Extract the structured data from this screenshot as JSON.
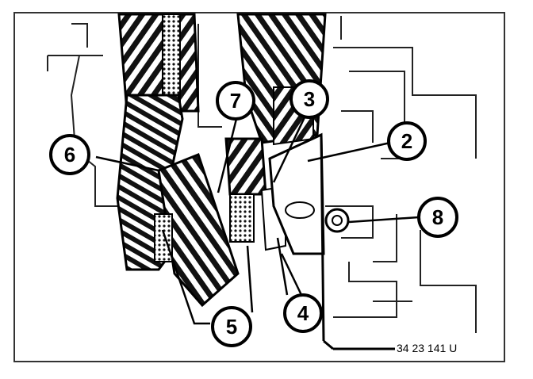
{
  "callouts": [
    {
      "id": "callout-7",
      "label": "7"
    },
    {
      "id": "callout-3",
      "label": "3"
    },
    {
      "id": "callout-2",
      "label": "2"
    },
    {
      "id": "callout-6",
      "label": "6"
    },
    {
      "id": "callout-8",
      "label": "8"
    },
    {
      "id": "callout-4",
      "label": "4"
    },
    {
      "id": "callout-5",
      "label": "5"
    }
  ],
  "reference_code": "34 23 141 U"
}
